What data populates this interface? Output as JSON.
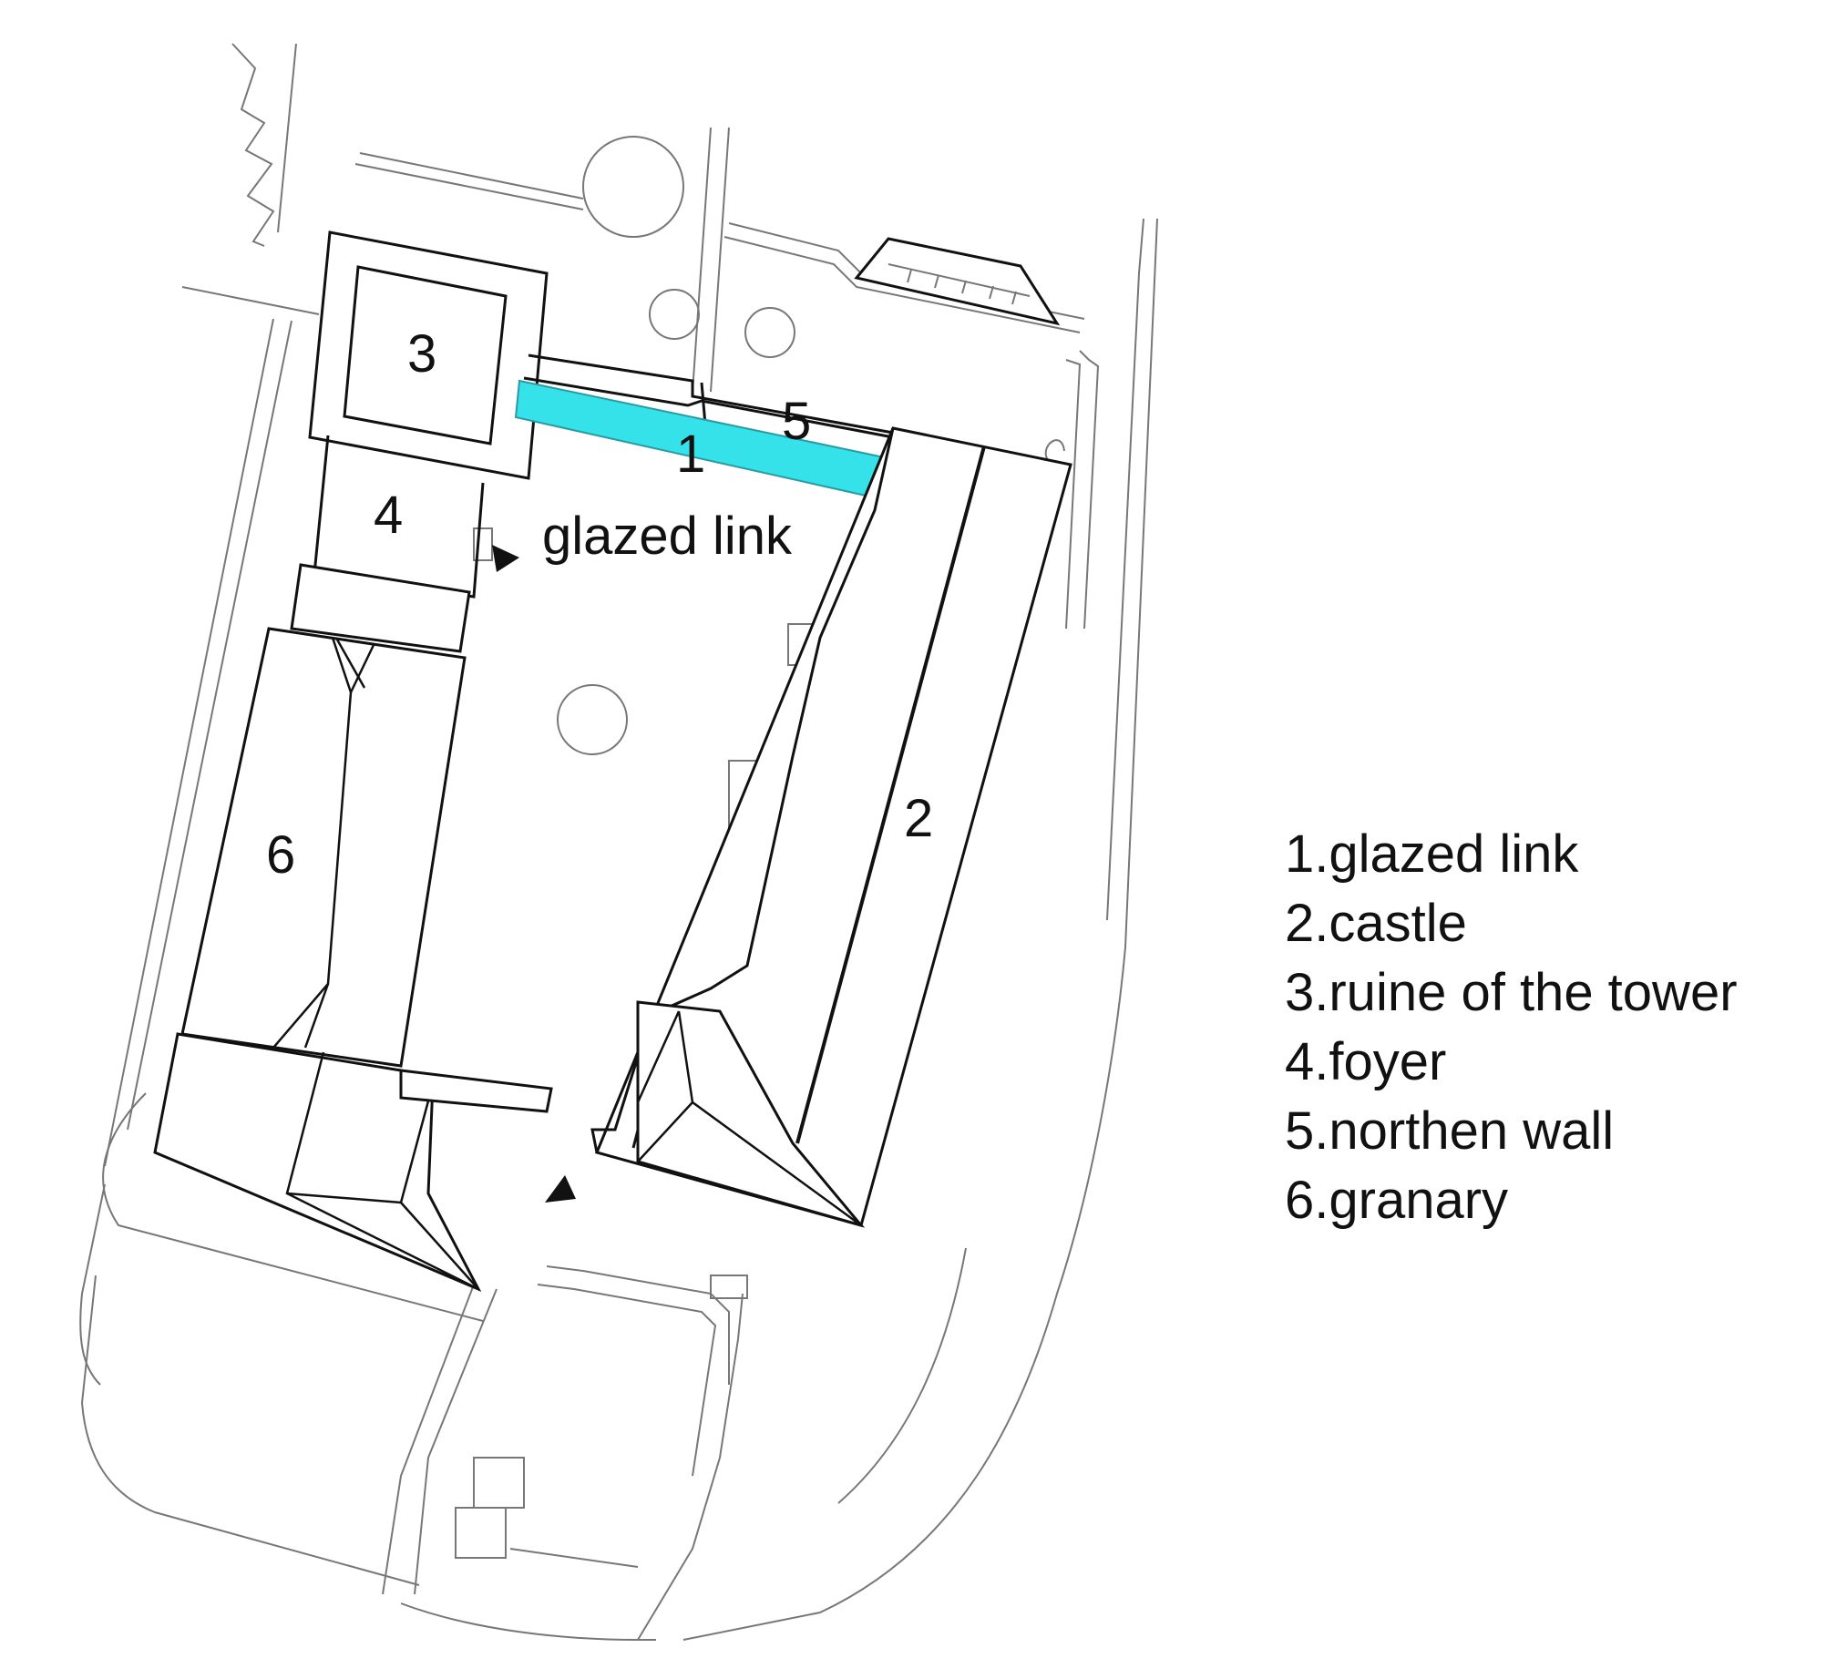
{
  "diagram": {
    "highlight_color": "#35e2ea",
    "line_color": "#111111",
    "labels": {
      "link": "1",
      "castle": "2",
      "tower": "3",
      "foyer": "4",
      "wall": "5",
      "granary": "6"
    },
    "callout": "glazed link"
  },
  "legend": {
    "items": [
      "1.glazed link",
      "2.castle",
      "3.ruine of the tower",
      "4.foyer",
      "5.northen wall",
      "6.granary"
    ]
  }
}
